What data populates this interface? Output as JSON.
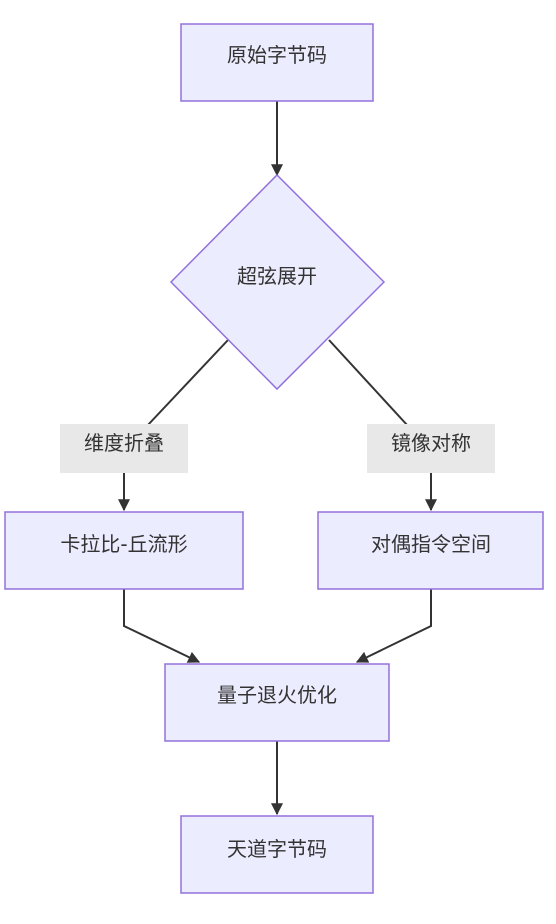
{
  "nodes": {
    "source": "原始字节码",
    "decision": "超弦展开",
    "left": "卡拉比-丘流形",
    "right": "对偶指令空间",
    "merge": "量子退火优化",
    "result": "天道字节码"
  },
  "edges": {
    "left_label": "维度折叠",
    "right_label": "镜像对称"
  },
  "colors": {
    "node_fill": "#ECECFF",
    "node_stroke": "#9370DB",
    "edge": "#333333",
    "edge_label_bg": "#E8E8E8",
    "text": "#333333"
  }
}
